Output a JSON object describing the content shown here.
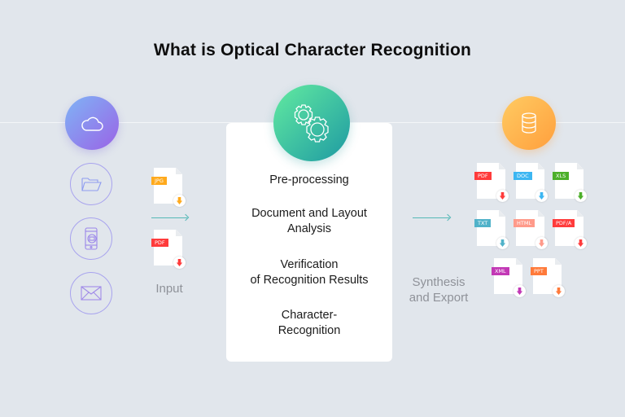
{
  "title": "What is Optical Character Recognition",
  "input": {
    "label": "Input",
    "sources": [
      {
        "icon": "cloud-icon"
      },
      {
        "icon": "folder-icon"
      },
      {
        "icon": "mobile-icon"
      },
      {
        "icon": "mail-icon"
      }
    ],
    "files": [
      {
        "type": "JPG",
        "color": "#ffaa1d"
      },
      {
        "type": "PDF",
        "color": "#ff3b3b"
      }
    ]
  },
  "process": {
    "icon": "gears-icon",
    "steps": [
      "Pre-processing",
      "Document and Layout\nAnalysis",
      "Verification\nof Recognition Results",
      "Character-\nRecognition"
    ]
  },
  "output": {
    "label": "Synthesis\nand Export",
    "icon": "database-icon",
    "files": [
      {
        "type": "PDF",
        "color": "#ff3b3b"
      },
      {
        "type": "DOC",
        "color": "#3cb6f2"
      },
      {
        "type": "XLS",
        "color": "#4caf2a"
      },
      {
        "type": "TXT",
        "color": "#50b2c9"
      },
      {
        "type": "HTML",
        "color": "#ff9a8a"
      },
      {
        "type": "PDF/A",
        "color": "#ff3b3b"
      },
      {
        "type": "XML",
        "color": "#c238b5"
      },
      {
        "type": "PPT",
        "color": "#ff7a3a"
      }
    ]
  },
  "colors": {
    "background": "#e1e6ec",
    "arrow": "#55b9b7"
  }
}
